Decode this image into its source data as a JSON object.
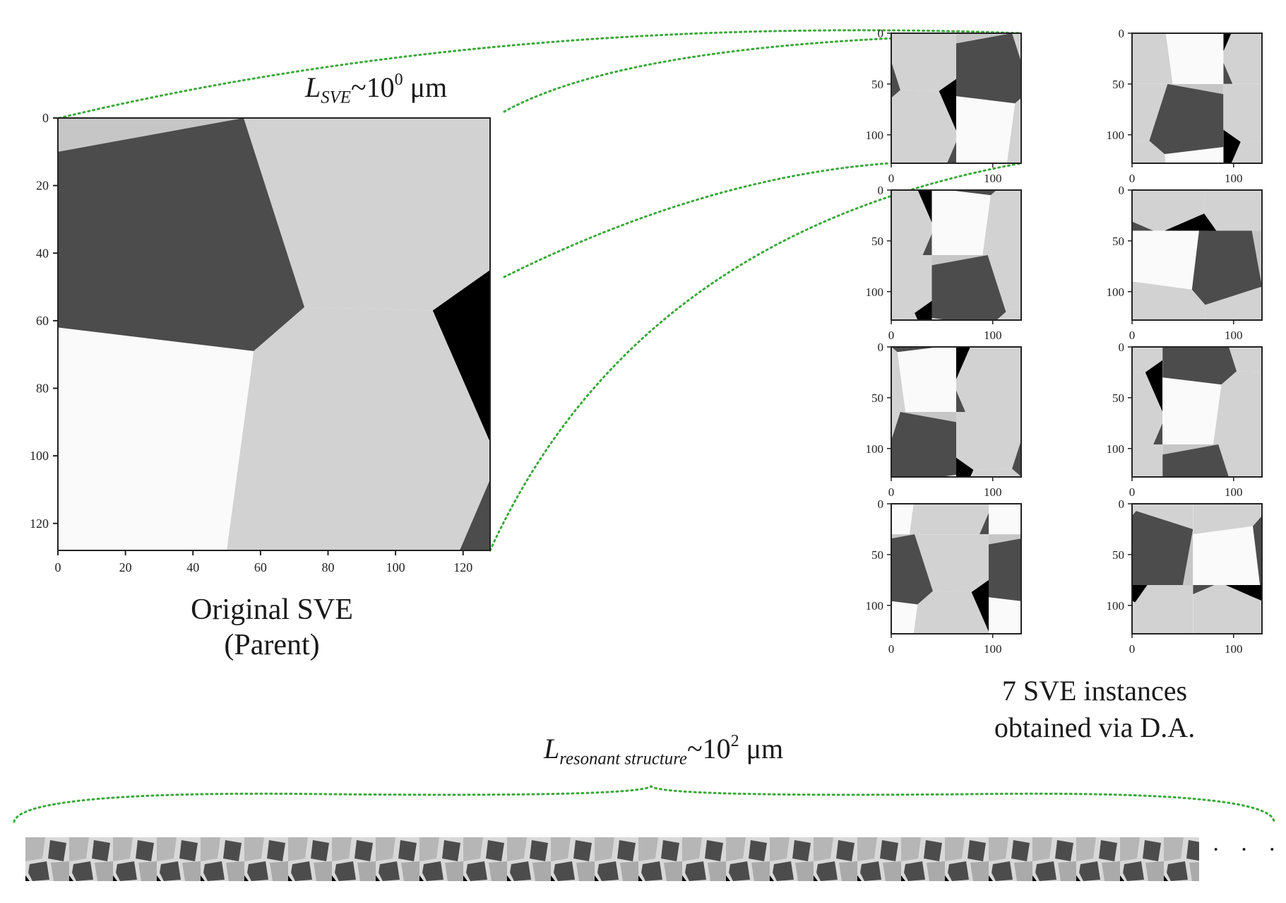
{
  "parent": {
    "caption_line1": "Original SVE",
    "caption_line2": "(Parent)",
    "xticks": [
      "0",
      "20",
      "40",
      "60",
      "80",
      "100",
      "120"
    ],
    "yticks": [
      "0",
      "20",
      "40",
      "60",
      "80",
      "100",
      "120"
    ],
    "extent": 128
  },
  "instances": {
    "caption_line1": "7 SVE instances",
    "caption_line2": "obtained via D.A.",
    "xticks": [
      "0",
      "100"
    ],
    "yticks": [
      "0",
      "50",
      "100"
    ],
    "count_shown": 8
  },
  "scales": {
    "sve_L": "L",
    "sve_sub": "SVE",
    "sve_approx": "~10",
    "sve_exp": "0",
    "sve_unit": " μm",
    "res_L": "L",
    "res_sub": "resonant structure",
    "res_approx": "~10",
    "res_exp": "2",
    "res_unit": " μm"
  },
  "ellipsis": "· · ·",
  "colors": {
    "dark_grain": "#4c4c4c",
    "light_grain": "#d2d2d2",
    "white_grain": "#fafafa",
    "black_grain": "#000000",
    "corner_grain": "#c6c6c6",
    "connector": "#3aa83a"
  }
}
